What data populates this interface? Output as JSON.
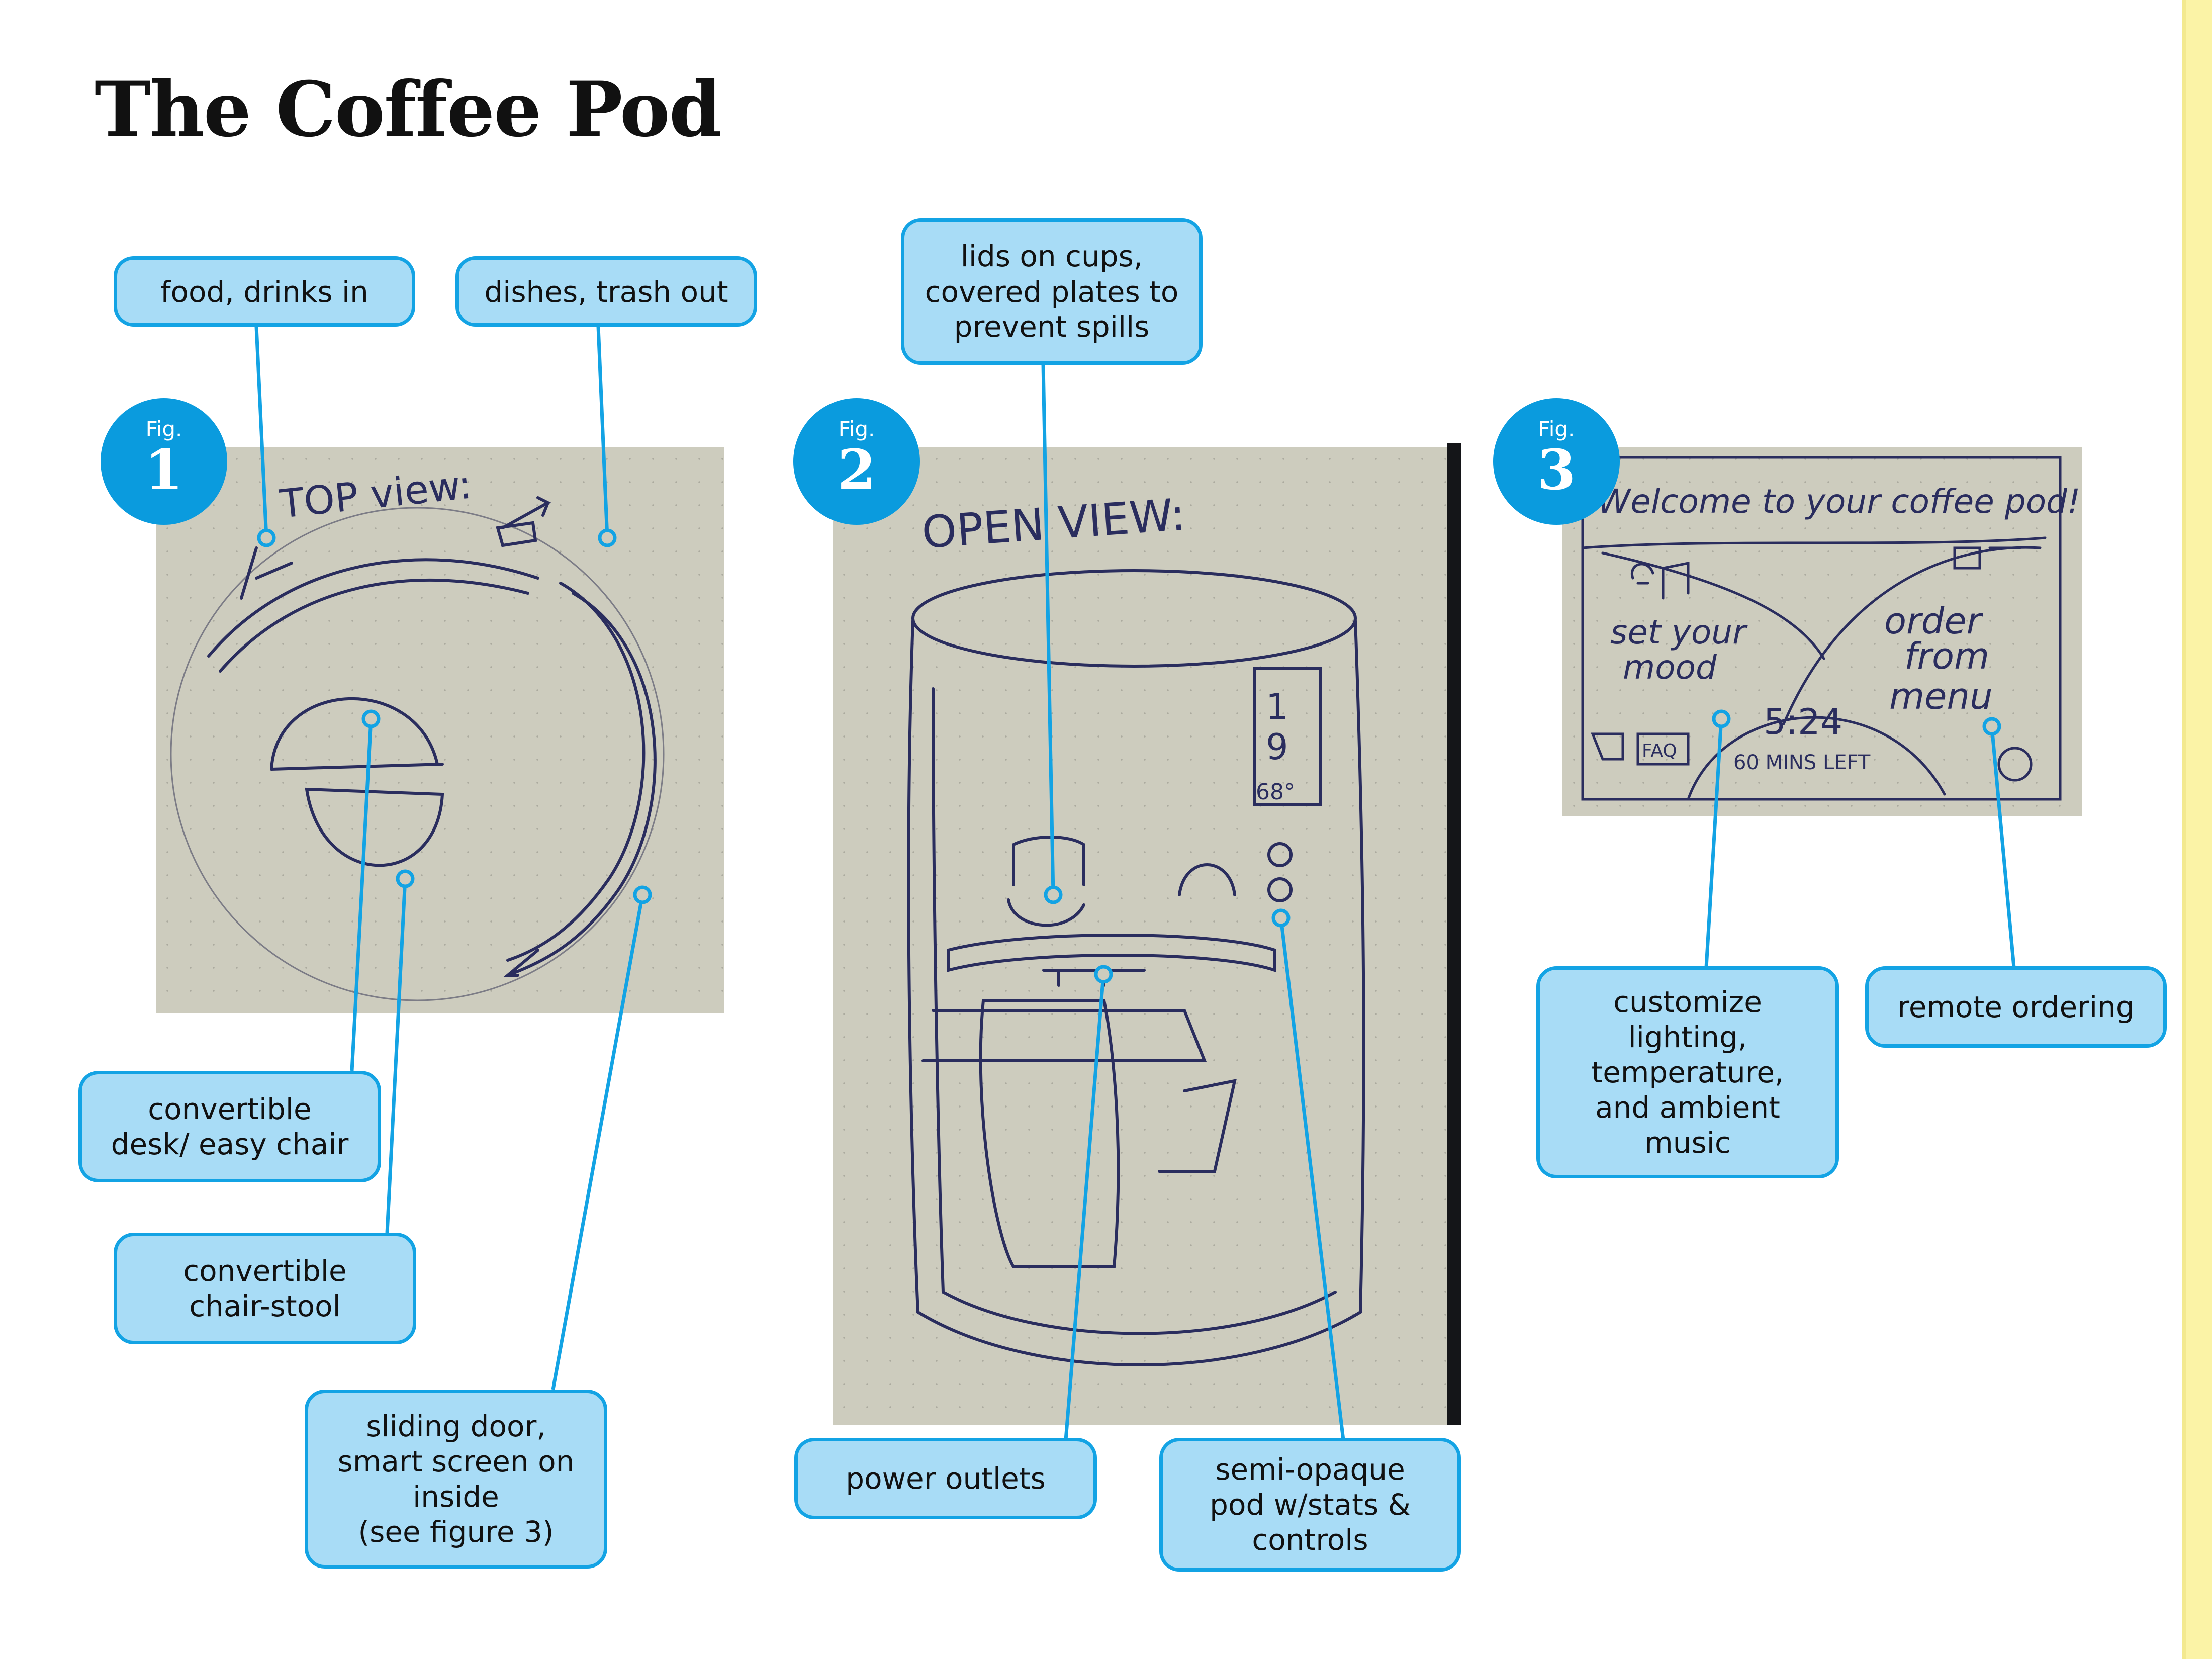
{
  "title": "The Coffee Pod",
  "colors": {
    "accent": "#13a3e4",
    "label_fill": "#a8dcf6",
    "badge": "#0a9bde",
    "ink": "#2a2d5e",
    "paper": "#cdccbe"
  },
  "figures": [
    {
      "caption": "Fig.",
      "number": "1",
      "sketch_text": "TOP view:",
      "callouts": [
        "food, drinks in",
        "dishes, trash out",
        "convertible\ndesk/ easy chair",
        "convertible\nchair-stool",
        "sliding door,\nsmart screen on\ninside\n(see figure 3)"
      ]
    },
    {
      "caption": "Fig.",
      "number": "2",
      "sketch_text": "OPEN VIEW:",
      "sketch_display_top": "1",
      "sketch_display_bottom": "9",
      "sketch_temp": "68°",
      "callouts": [
        "lids on cups,\ncovered plates to\nprevent spills",
        "power outlets",
        "semi-opaque\npod w/stats &\ncontrols"
      ]
    },
    {
      "caption": "Fig.",
      "number": "3",
      "sketch_text": {
        "welcome": "Welcome to your coffee pod!",
        "mood_line1": "set your",
        "mood_line2": "mood",
        "order_line1": "order",
        "order_line2": "from",
        "order_line3": "menu",
        "time": "5:24",
        "time_left": "60 MINS LEFT",
        "faq": "FAQ"
      },
      "callouts": [
        "customize\nlighting,\ntemperature,\nand ambient\nmusic",
        "remote ordering"
      ]
    }
  ]
}
